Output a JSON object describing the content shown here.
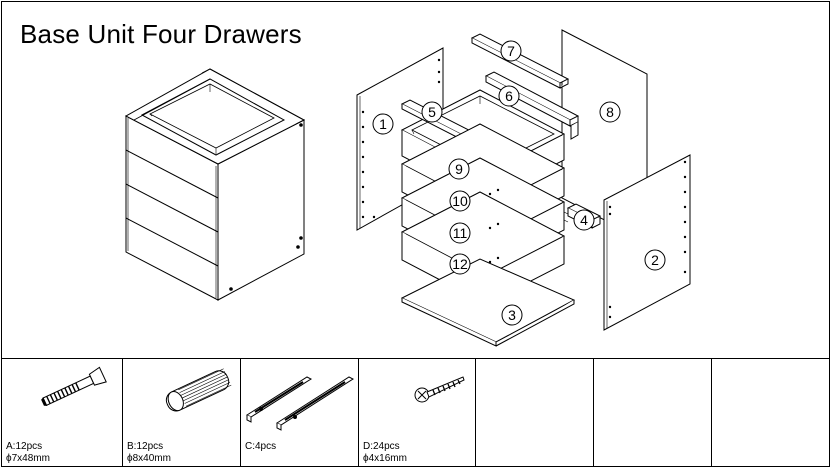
{
  "title": "Base Unit Four Drawers",
  "callouts": [
    "1",
    "2",
    "3",
    "4",
    "5",
    "6",
    "7",
    "8",
    "9",
    "10",
    "11",
    "12"
  ],
  "hardware": [
    {
      "quantity": "A:12pcs",
      "size": "ϕ7x48mm",
      "icon": "confirmat-screw-icon"
    },
    {
      "quantity": "B:12pcs",
      "size": "ϕ8x40mm",
      "icon": "wooden-dowel-icon"
    },
    {
      "quantity": "C:4pcs",
      "size": "",
      "icon": "drawer-slide-icon"
    },
    {
      "quantity": "D:24pcs",
      "size": "ϕ4x16mm",
      "icon": "wood-screw-icon"
    },
    {
      "quantity": "",
      "size": "",
      "icon": ""
    },
    {
      "quantity": "",
      "size": "",
      "icon": ""
    },
    {
      "quantity": "",
      "size": "",
      "icon": ""
    }
  ]
}
